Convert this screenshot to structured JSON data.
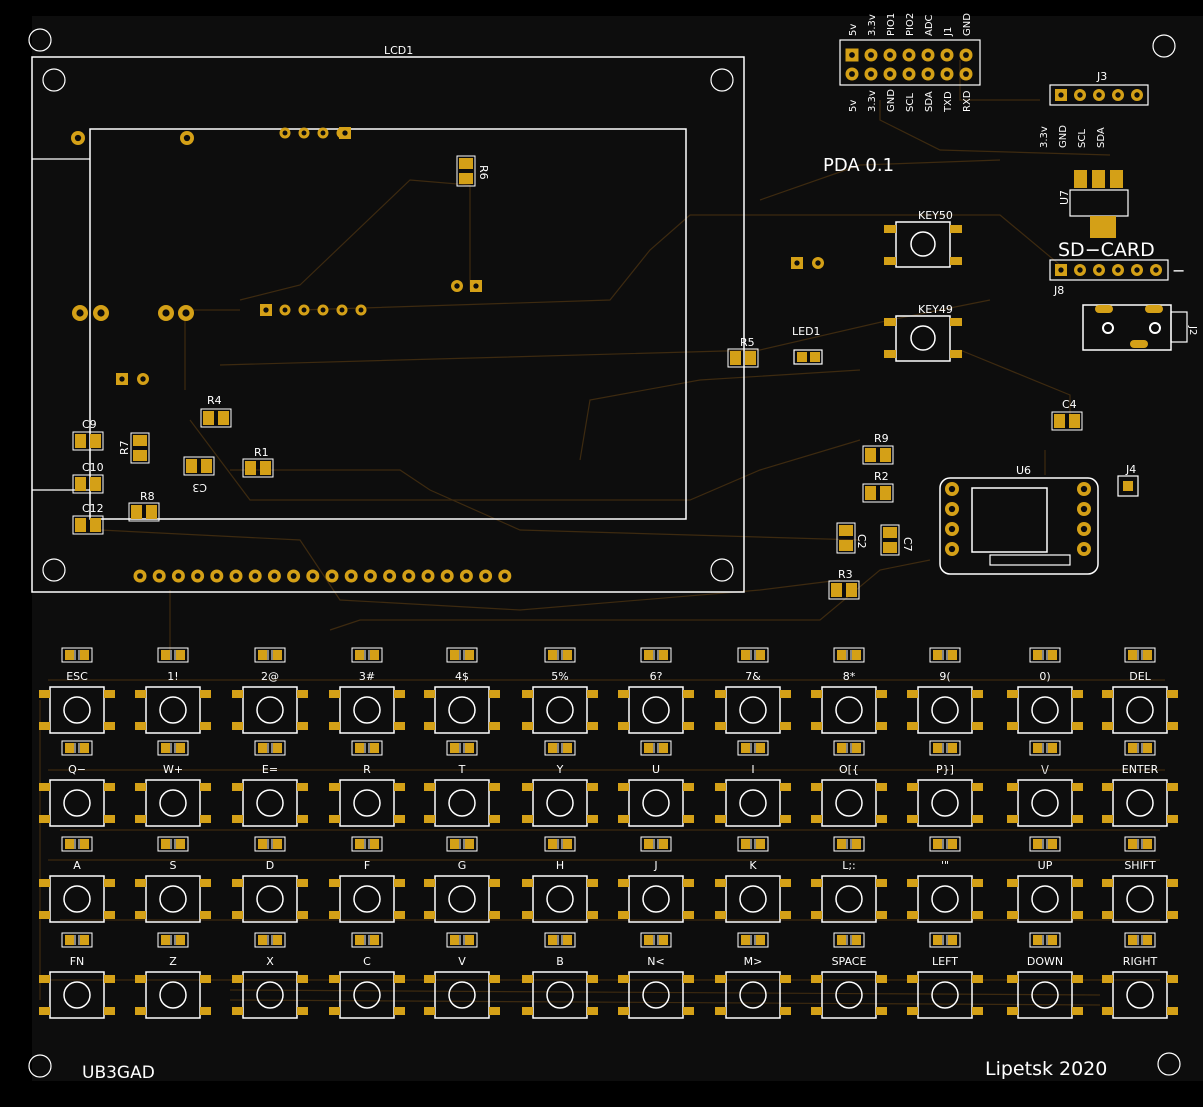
{
  "board": {
    "bg_color": "#0d0d0d",
    "pad_color": "#d4a017",
    "silk_color": "#ffffff",
    "trace_color": "#3d2a10"
  },
  "texts": {
    "lcd": "LCD1",
    "pda": "PDA 0.1",
    "sdcard": "SD−CARD",
    "j1": "J1",
    "j3": "J3",
    "j4": "J4",
    "j8": "J8",
    "u6": "U6",
    "u7": "U7",
    "key50": "KEY50",
    "key49": "KEY49",
    "led1": "LED1",
    "r1": "R1",
    "r2": "R2",
    "r3": "R3",
    "r4": "R4",
    "r5": "R5",
    "r6": "R6",
    "r7": "R7",
    "r8": "R8",
    "r9": "R9",
    "c2": "C2",
    "c3": "C3",
    "c4": "C4",
    "c7": "C7",
    "c9": "C9",
    "c10": "C10",
    "c12": "C12",
    "j2": "J2",
    "ub3gad": "UB3GAD",
    "lipetsk": "Lipetsk 2020",
    "dash": "−"
  },
  "j1_top": [
    "5v",
    "3.3v",
    "PIO1",
    "PIO2",
    "ADC",
    "J1",
    "GND"
  ],
  "j1_bottom": [
    "5v",
    "3.3v",
    "GND",
    "SCL",
    "SDA",
    "TXD",
    "RXD"
  ],
  "j3_labels": [
    "3.3v",
    "GND",
    "SCL",
    "SDA"
  ],
  "keys": [
    [
      "ESC",
      "1!",
      "2@",
      "3#",
      "4$",
      "5%",
      "6?",
      "7&",
      "8*",
      "9(",
      "0)",
      "DEL"
    ],
    [
      "Q−",
      "W+",
      "E=",
      "R",
      "T",
      "Y",
      "U",
      "I",
      "O[{",
      "P}]",
      "\\/",
      "ENTER"
    ],
    [
      "A",
      "S",
      "D",
      "F",
      "G",
      "H",
      "J",
      "K",
      "L;:",
      "'\"",
      "UP",
      "SHIFT"
    ],
    [
      "FN",
      "Z",
      "X",
      "C",
      "V",
      "B",
      "N<",
      "M>",
      "SPACE",
      "LEFT",
      "DOWN",
      "RIGHT"
    ]
  ]
}
